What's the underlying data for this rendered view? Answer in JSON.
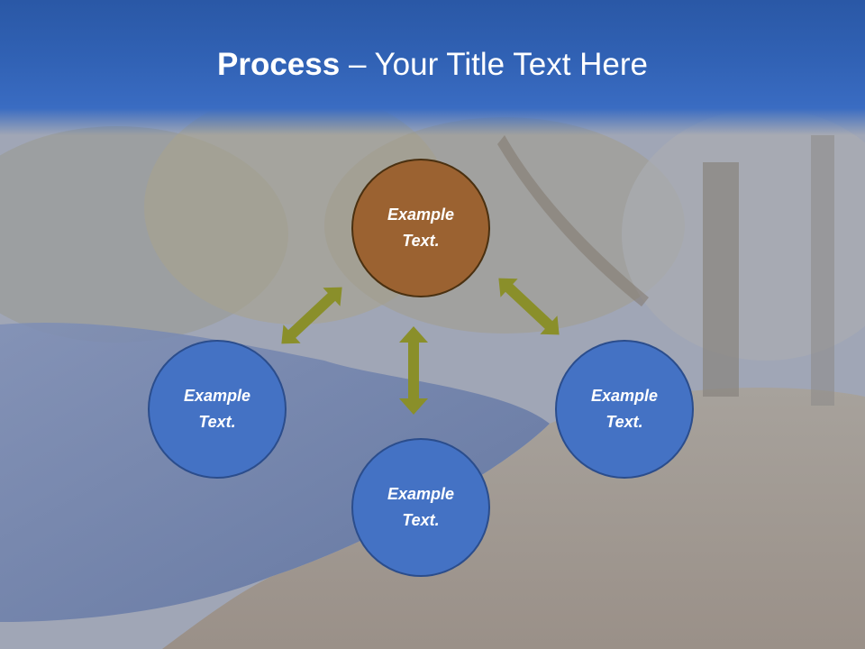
{
  "slide": {
    "title_bold": "Process",
    "title_rest": " – Your Title Text Here"
  },
  "nodes": {
    "top": "Example\nText.",
    "left": "Example\nText.",
    "right": "Example\nText.",
    "bottom": "Example\nText."
  },
  "colors": {
    "header": "#3162b5",
    "node_blue": "#4472c4",
    "node_brown": "#9b6231",
    "arrow": "#8a8f2a"
  }
}
